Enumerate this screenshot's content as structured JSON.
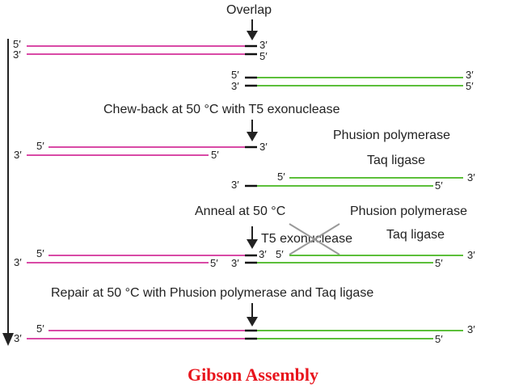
{
  "colors": {
    "pink_strand": "#d94aa6",
    "green_strand": "#5cbf3a",
    "overlap_segment": "#111111",
    "arrow": "#222222",
    "cross": "#999999",
    "title": "#e8141c"
  },
  "labels": {
    "overlap": "Overlap",
    "step1": "Chew-back at 50 °C with T5 exonuclease",
    "side_polymerase_1": "Phusion polymerase",
    "side_ligase_1": "Taq ligase",
    "step2": "Anneal at 50 °C",
    "side_polymerase_2": "Phusion polymerase",
    "t5_exonuclease": "T5 exonuclease",
    "side_ligase_2": "Taq ligase",
    "step3": "Repair at 50 °C with Phusion polymerase and Taq ligase",
    "title": "Gibson Assembly"
  },
  "ends": {
    "five": "5′",
    "three": "3′"
  },
  "icons": {
    "step_arrow": "down-arrow-icon",
    "timeline_arrow": "down-arrow-icon",
    "inhibition": "cross-icon"
  }
}
